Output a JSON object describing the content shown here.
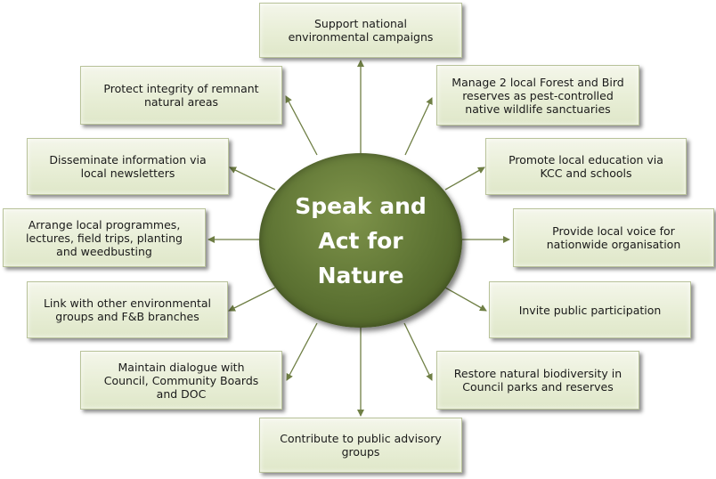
{
  "hub": {
    "line1": "Speak and",
    "line2": "Act for",
    "line3": "Nature",
    "color": "#5d7333"
  },
  "colors": {
    "box_fill": "#e8eed6",
    "box_border": "#b9c39a",
    "arrow": "#6f7f45"
  },
  "goals": [
    {
      "id": "support-campaigns",
      "lines": [
        "Support national",
        "environmental campaigns"
      ]
    },
    {
      "id": "manage-reserves",
      "lines": [
        "Manage 2 local Forest and Bird",
        "reserves as pest-controlled",
        "native wildlife sanctuaries"
      ]
    },
    {
      "id": "promote-education",
      "lines": [
        "Promote local education via",
        "KCC and schools"
      ]
    },
    {
      "id": "local-voice",
      "lines": [
        "Provide local voice for",
        "nationwide organisation"
      ]
    },
    {
      "id": "public-participation",
      "lines": [
        "Invite public participation"
      ]
    },
    {
      "id": "restore-biodiversity",
      "lines": [
        "Restore natural biodiversity in",
        "Council parks and reserves"
      ]
    },
    {
      "id": "advisory-groups",
      "lines": [
        "Contribute to public advisory",
        "groups"
      ]
    },
    {
      "id": "maintain-dialogue",
      "lines": [
        "Maintain dialogue with",
        "Council, Community Boards",
        "and DOC"
      ]
    },
    {
      "id": "link-groups",
      "lines": [
        "Link with other environmental",
        "groups and F&B branches"
      ]
    },
    {
      "id": "arrange-programmes",
      "lines": [
        "Arrange local programmes,",
        "lectures, field trips, planting",
        "and weedbusting"
      ]
    },
    {
      "id": "disseminate-info",
      "lines": [
        "Disseminate information via",
        "local newsletters"
      ]
    },
    {
      "id": "protect-areas",
      "lines": [
        "Protect integrity of remnant",
        "natural areas"
      ]
    }
  ]
}
